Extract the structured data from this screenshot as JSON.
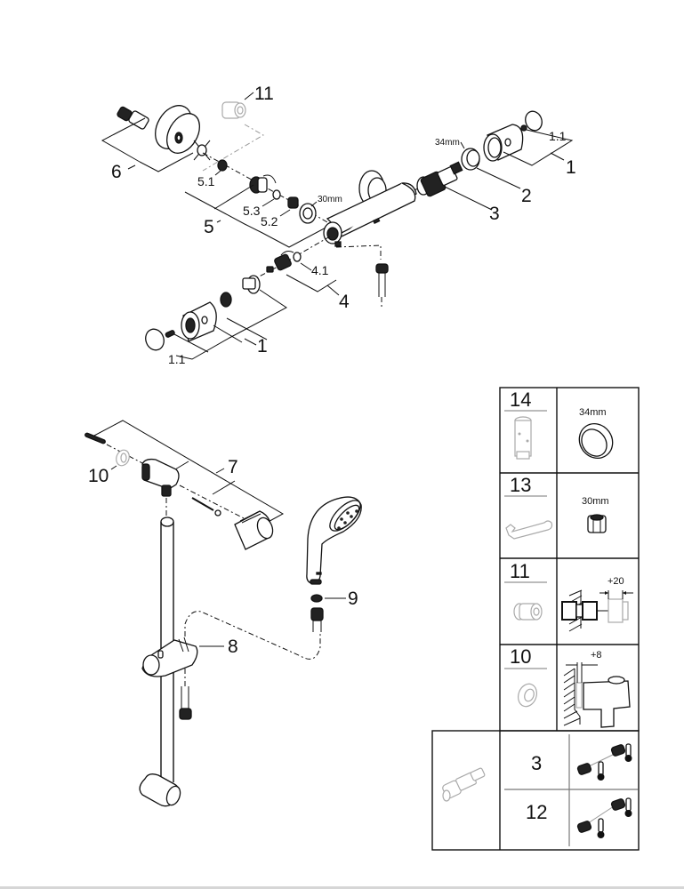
{
  "diagram": {
    "title": "Thermostatic shower mixer with shower rail set - exploded parts view",
    "upper_assembly": {
      "callouts": [
        {
          "id": "callout-11-top",
          "text": "11"
        },
        {
          "id": "callout-6",
          "text": "6"
        },
        {
          "id": "callout-5-1",
          "text": "5.1"
        },
        {
          "id": "callout-5",
          "text": "5"
        },
        {
          "id": "callout-5-3",
          "text": "5.3"
        },
        {
          "id": "callout-5-2",
          "text": "5.2"
        },
        {
          "id": "callout-30mm",
          "text": "30mm"
        },
        {
          "id": "callout-34mm",
          "text": "34mm"
        },
        {
          "id": "callout-1-1-right",
          "text": "1.1"
        },
        {
          "id": "callout-1-right",
          "text": "1"
        },
        {
          "id": "callout-2",
          "text": "2"
        },
        {
          "id": "callout-3",
          "text": "3"
        },
        {
          "id": "callout-4-1",
          "text": "4.1"
        },
        {
          "id": "callout-4",
          "text": "4"
        },
        {
          "id": "callout-1-left",
          "text": "1"
        },
        {
          "id": "callout-1-1-left",
          "text": "1.1"
        }
      ]
    },
    "lower_assembly": {
      "callouts": [
        {
          "id": "callout-7",
          "text": "7"
        },
        {
          "id": "callout-10",
          "text": "10"
        },
        {
          "id": "callout-9",
          "text": "9"
        },
        {
          "id": "callout-8",
          "text": "8"
        }
      ]
    },
    "accessories_table": {
      "rows": [
        {
          "part_no": "14",
          "part_name": "cartridge-tool",
          "detail_label": "34mm",
          "detail_name": "34mm-nut"
        },
        {
          "part_no": "13",
          "part_name": "wrench",
          "detail_label": "30mm",
          "detail_name": "30mm-nut"
        },
        {
          "part_no": "11",
          "part_name": "extension-piece",
          "detail_label": "+20",
          "detail_name": "extension-dimension"
        },
        {
          "part_no": "10",
          "part_name": "spacer-ring",
          "detail_label": "+8",
          "detail_name": "spacer-dimension"
        }
      ],
      "cartridge_rows": [
        {
          "part_no": "3",
          "detail_name": "thermostat-cartridge-temperature"
        },
        {
          "part_no": "12",
          "detail_name": "reversed-cartridge-temperature"
        }
      ]
    }
  }
}
